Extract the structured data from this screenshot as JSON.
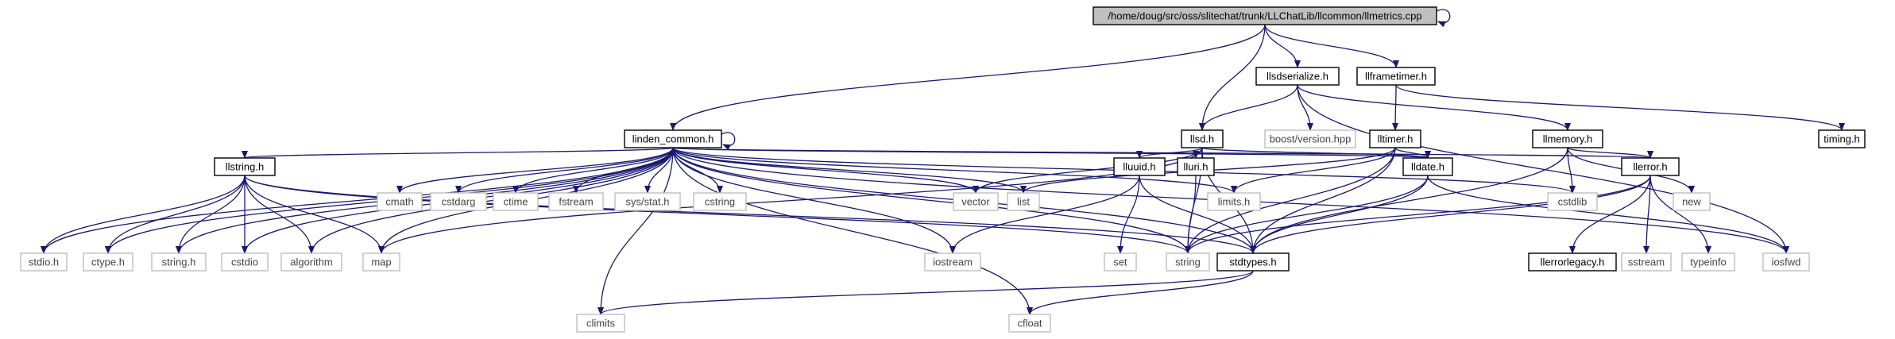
{
  "colors": {
    "background": "#ffffff",
    "edge": "#191970",
    "root_fill": "#bfbfbf",
    "root_stroke": "#000000",
    "doc_stroke": "#000000",
    "sys_stroke": "#bfbfbf",
    "text_dark": "#000000",
    "text_light": "#444444"
  },
  "nodes": [
    {
      "id": "root",
      "label": "/home/doug/src/oss/slitechat/trunk/LLChatLib/llcommon/llmetrics.cpp",
      "style": "root"
    },
    {
      "id": "linden_common",
      "label": "linden_common.h",
      "style": "doc"
    },
    {
      "id": "llsd",
      "label": "llsd.h",
      "style": "doc"
    },
    {
      "id": "llsdserialize",
      "label": "llsdserialize.h",
      "style": "doc"
    },
    {
      "id": "llframetimer",
      "label": "llframetimer.h",
      "style": "doc"
    },
    {
      "id": "timing",
      "label": "timing.h",
      "style": "doc"
    },
    {
      "id": "boost_version",
      "label": "boost/version.hpp",
      "style": "sys"
    },
    {
      "id": "lltimer",
      "label": "lltimer.h",
      "style": "doc"
    },
    {
      "id": "llmemory",
      "label": "llmemory.h",
      "style": "doc"
    },
    {
      "id": "llstring",
      "label": "llstring.h",
      "style": "doc"
    },
    {
      "id": "cmath",
      "label": "cmath",
      "style": "sys"
    },
    {
      "id": "cstdarg",
      "label": "cstdarg",
      "style": "sys"
    },
    {
      "id": "ctime",
      "label": "ctime",
      "style": "sys"
    },
    {
      "id": "fstream",
      "label": "fstream",
      "style": "sys"
    },
    {
      "id": "sysstat",
      "label": "sys/stat.h",
      "style": "sys"
    },
    {
      "id": "cstring",
      "label": "cstring",
      "style": "sys"
    },
    {
      "id": "vector",
      "label": "vector",
      "style": "sys"
    },
    {
      "id": "list",
      "label": "list",
      "style": "sys"
    },
    {
      "id": "limits",
      "label": "limits.h",
      "style": "sys"
    },
    {
      "id": "lluuid",
      "label": "lluuid.h",
      "style": "doc"
    },
    {
      "id": "lluri",
      "label": "lluri.h",
      "style": "doc"
    },
    {
      "id": "lldate",
      "label": "lldate.h",
      "style": "doc"
    },
    {
      "id": "cstdlib",
      "label": "cstdlib",
      "style": "sys"
    },
    {
      "id": "llerror",
      "label": "llerror.h",
      "style": "doc"
    },
    {
      "id": "new",
      "label": "new",
      "style": "sys"
    },
    {
      "id": "stdio",
      "label": "stdio.h",
      "style": "sys"
    },
    {
      "id": "ctype",
      "label": "ctype.h",
      "style": "sys"
    },
    {
      "id": "stringh",
      "label": "string.h",
      "style": "sys"
    },
    {
      "id": "cstdio",
      "label": "cstdio",
      "style": "sys"
    },
    {
      "id": "algorithm",
      "label": "algorithm",
      "style": "sys"
    },
    {
      "id": "map",
      "label": "map",
      "style": "sys"
    },
    {
      "id": "iostream",
      "label": "iostream",
      "style": "sys"
    },
    {
      "id": "set",
      "label": "set",
      "style": "sys"
    },
    {
      "id": "string",
      "label": "string",
      "style": "sys"
    },
    {
      "id": "stdtypes",
      "label": "stdtypes.h",
      "style": "doc"
    },
    {
      "id": "llerrorlegacy",
      "label": "llerrorlegacy.h",
      "style": "doc"
    },
    {
      "id": "sstream",
      "label": "sstream",
      "style": "sys"
    },
    {
      "id": "typeinfo",
      "label": "typeinfo",
      "style": "sys"
    },
    {
      "id": "iosfwd",
      "label": "iosfwd",
      "style": "sys"
    },
    {
      "id": "climits",
      "label": "climits",
      "style": "sys"
    },
    {
      "id": "cfloat",
      "label": "cfloat",
      "style": "sys"
    }
  ],
  "edges": [
    [
      "root",
      "root"
    ],
    [
      "root",
      "linden_common"
    ],
    [
      "root",
      "llsd"
    ],
    [
      "root",
      "llsdserialize"
    ],
    [
      "root",
      "llframetimer"
    ],
    [
      "llsdserialize",
      "llsd"
    ],
    [
      "llsdserialize",
      "boost_version"
    ],
    [
      "llsdserialize",
      "llmemory"
    ],
    [
      "llsdserialize",
      "iosfwd"
    ],
    [
      "llframetimer",
      "lltimer"
    ],
    [
      "llframetimer",
      "timing"
    ],
    [
      "linden_common",
      "linden_common"
    ],
    [
      "linden_common",
      "llstring"
    ],
    [
      "linden_common",
      "cmath"
    ],
    [
      "linden_common",
      "cstdarg"
    ],
    [
      "linden_common",
      "ctime"
    ],
    [
      "linden_common",
      "fstream"
    ],
    [
      "linden_common",
      "sysstat"
    ],
    [
      "linden_common",
      "cstring"
    ],
    [
      "linden_common",
      "vector"
    ],
    [
      "linden_common",
      "list"
    ],
    [
      "linden_common",
      "limits"
    ],
    [
      "linden_common",
      "lldate"
    ],
    [
      "linden_common",
      "cstdlib"
    ],
    [
      "linden_common",
      "llerror"
    ],
    [
      "linden_common",
      "iosfwd"
    ],
    [
      "linden_common",
      "stdio"
    ],
    [
      "linden_common",
      "ctype"
    ],
    [
      "linden_common",
      "stringh"
    ],
    [
      "linden_common",
      "cstdio"
    ],
    [
      "linden_common",
      "algorithm"
    ],
    [
      "linden_common",
      "map"
    ],
    [
      "linden_common",
      "iostream"
    ],
    [
      "linden_common",
      "string"
    ],
    [
      "linden_common",
      "stdtypes"
    ],
    [
      "linden_common",
      "climits"
    ],
    [
      "linden_common",
      "cfloat"
    ],
    [
      "llsd",
      "vector"
    ],
    [
      "llsd",
      "lluuid"
    ],
    [
      "llsd",
      "lluri"
    ],
    [
      "llsd",
      "lldate"
    ],
    [
      "llsd",
      "map"
    ],
    [
      "llsd",
      "string"
    ],
    [
      "llsd",
      "stdtypes"
    ],
    [
      "lltimer",
      "list"
    ],
    [
      "lltimer",
      "limits"
    ],
    [
      "lltimer",
      "lldate"
    ],
    [
      "lltimer",
      "stdtypes"
    ],
    [
      "lltimer",
      "string"
    ],
    [
      "llmemory",
      "cstdlib"
    ],
    [
      "llmemory",
      "new"
    ],
    [
      "llmemory",
      "llerror"
    ],
    [
      "llmemory",
      "stdtypes"
    ],
    [
      "llstring",
      "stdio"
    ],
    [
      "llstring",
      "ctype"
    ],
    [
      "llstring",
      "stringh"
    ],
    [
      "llstring",
      "cstdio"
    ],
    [
      "llstring",
      "algorithm"
    ],
    [
      "llstring",
      "map"
    ],
    [
      "llstring",
      "string"
    ],
    [
      "llstring",
      "stdtypes"
    ],
    [
      "lluuid",
      "set"
    ],
    [
      "lluuid",
      "iostream"
    ],
    [
      "lluuid",
      "stdtypes"
    ],
    [
      "lluri",
      "string"
    ],
    [
      "lldate",
      "string"
    ],
    [
      "lldate",
      "stdtypes"
    ],
    [
      "lldate",
      "iosfwd"
    ],
    [
      "llerror",
      "llerrorlegacy"
    ],
    [
      "llerror",
      "sstream"
    ],
    [
      "llerror",
      "typeinfo"
    ],
    [
      "llerror",
      "string"
    ],
    [
      "llerror",
      "stdtypes"
    ],
    [
      "stdtypes",
      "climits"
    ],
    [
      "stdtypes",
      "cfloat"
    ]
  ]
}
